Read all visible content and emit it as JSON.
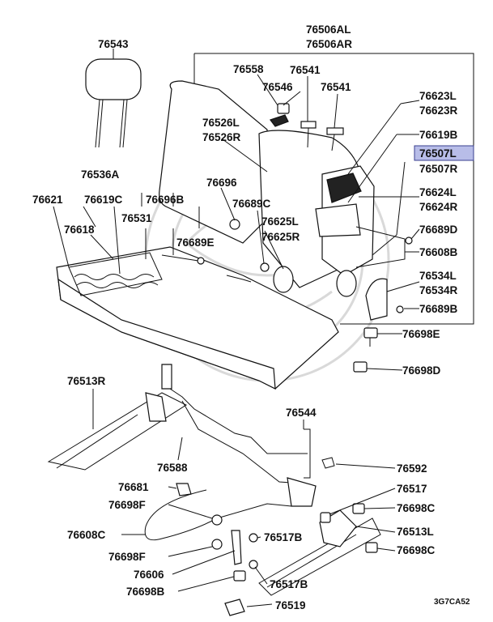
{
  "colors": {
    "highlight": "#b8bde8",
    "ink": "#111111",
    "watermark": "#d9d9d9"
  },
  "parts": {
    "p76543": "76543",
    "p76506AL": "76506AL",
    "p76506AR": "76506AR",
    "p76558": "76558",
    "p76541a": "76541",
    "p76541b": "76541",
    "p76546": "76546",
    "p76623L": "76623L",
    "p76623R": "76623R",
    "p76526L": "76526L",
    "p76526R": "76526R",
    "p76619B": "76619B",
    "p76507L": "76507L",
    "p76507R": "76507R",
    "p76536A": "76536A",
    "p76696a": "76696",
    "p76621": "76621",
    "p76619C": "76619C",
    "p76696B": "76696B",
    "p76689C": "76689C",
    "p76624L": "76624L",
    "p76624R": "76624R",
    "p76531": "76531",
    "p76625L": "76625L",
    "p76625R": "76625R",
    "p76689D": "76689D",
    "p76618": "76618",
    "p76689E": "76689E",
    "p76608B": "76608B",
    "p76534L": "76534L",
    "p76534R": "76534R",
    "p76689B": "76689B",
    "p76698E": "76698E",
    "p76698D": "76698D",
    "p76513R": "76513R",
    "p76544": "76544",
    "p76588": "76588",
    "p76592": "76592",
    "p76681": "76681",
    "p76517a": "76517",
    "p76698Fa": "76698F",
    "p76698Ca": "76698C",
    "p76608C": "76608C",
    "p76517B_a": "76517B",
    "p76513L": "76513L",
    "p76698Fb": "76698F",
    "p76698Cb": "76698C",
    "p76606": "76606",
    "p76698B": "76698B",
    "p76517B_b": "76517B",
    "p76519": "76519"
  },
  "diagram_code": "3G7CA52"
}
